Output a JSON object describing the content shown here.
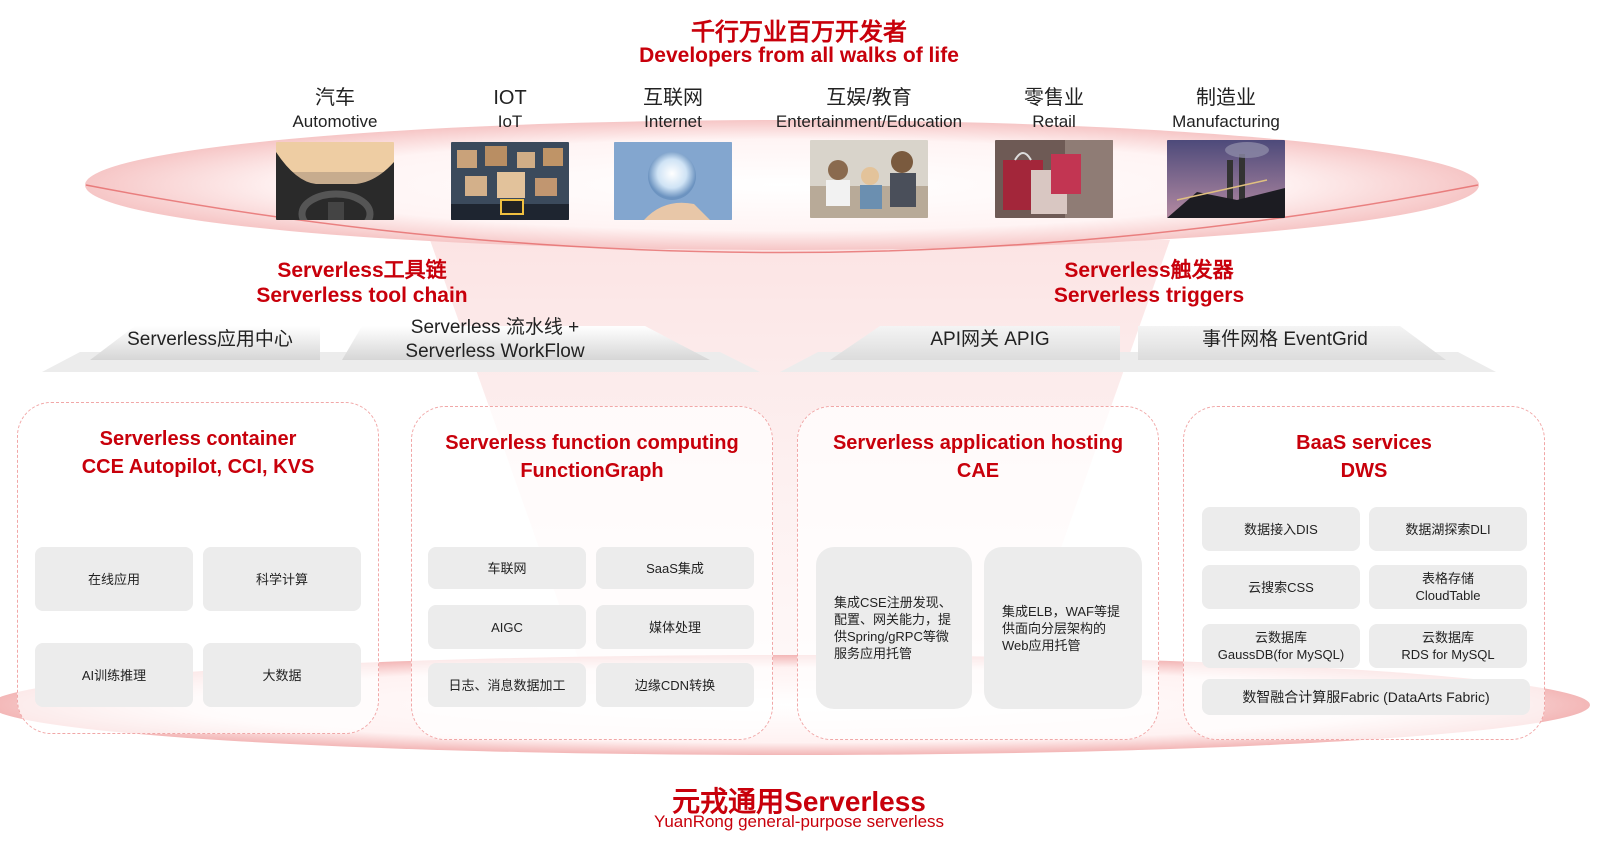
{
  "top": {
    "title": "千行万业百万开发者",
    "subtitle": "Developers from all walks of life"
  },
  "industries": [
    {
      "zh": "汽车",
      "en": "Automotive"
    },
    {
      "zh": "IOT",
      "en": "IoT"
    },
    {
      "zh": "互联网",
      "en": "Internet"
    },
    {
      "zh": "互娱/教育",
      "en": "Entertainment/Education"
    },
    {
      "zh": "零售业",
      "en": "Retail"
    },
    {
      "zh": "制造业",
      "en": "Manufacturing"
    }
  ],
  "toolchain": {
    "title_zh": "Serverless工具链",
    "title_en": "Serverless tool chain",
    "items": [
      "Serverless应用中心",
      "Serverless 流水线 +",
      "Serverless WorkFlow"
    ]
  },
  "triggers": {
    "title_zh": "Serverless触发器",
    "title_en": "Serverless triggers",
    "items": [
      "API网关 APIG",
      "事件网格 EventGrid"
    ]
  },
  "groups": [
    {
      "title1": "Serverless container",
      "title2": "CCE Autopilot, CCI, KVS",
      "tiles": [
        "在线应用",
        "科学计算",
        "AI训练推理",
        "大数据"
      ]
    },
    {
      "title1": "Serverless function computing",
      "title2": "FunctionGraph",
      "tiles": [
        "车联网",
        "SaaS集成",
        "AIGC",
        "媒体处理",
        "日志、消息数据加工",
        "边缘CDN转换"
      ]
    },
    {
      "title1": "Serverless application hosting",
      "title2": "CAE",
      "tiles": [
        "集成CSE注册发现、配置、网关能力，提供Spring/gRPC等微服务应用托管",
        "集成ELB，WAF等提供面向分层架构的Web应用托管"
      ]
    },
    {
      "title1": "BaaS services",
      "title2": "DWS",
      "tiles": [
        "数据接入DIS",
        "数据湖探索DLI",
        "云搜索CSS",
        "表格存储",
        "CloudTable",
        "云数据库",
        "GaussDB(for MySQL)",
        "云数据库",
        "RDS for MySQL",
        "数智融合计算服Fabric (DataArts Fabric)"
      ]
    }
  ],
  "bottom": {
    "title": "元戎通用Serverless",
    "subtitle": "YuanRong general-purpose serverless"
  },
  "colors": {
    "accent": "#c8000b",
    "tile": "#ececec"
  }
}
